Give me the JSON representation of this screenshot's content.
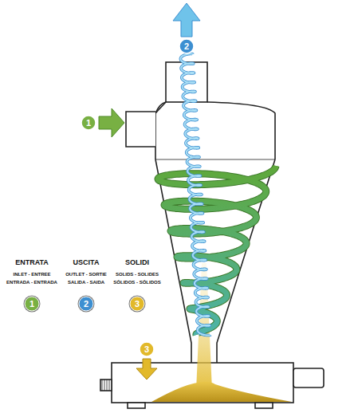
{
  "diagram": {
    "labels": [
      "1",
      "2",
      "3",
      "INLET - ENTREE",
      "ENTRADA - ENTRADA",
      "1",
      "OUTLET - SORTIE",
      "SALIDA - SAIDA",
      "2",
      "SOLIDS - SOLIDES",
      "SÓLIDOS - SÓLIDOS",
      "3"
    ],
    "legend": [
      {
        "text": "ENTRATA",
        "color": "#78b043"
      },
      {
        "text": "USCITA",
        "color": "#3d8fd1"
      },
      {
        "text": "SOLIDI",
        "color": "#e2b92a"
      }
    ]
  }
}
